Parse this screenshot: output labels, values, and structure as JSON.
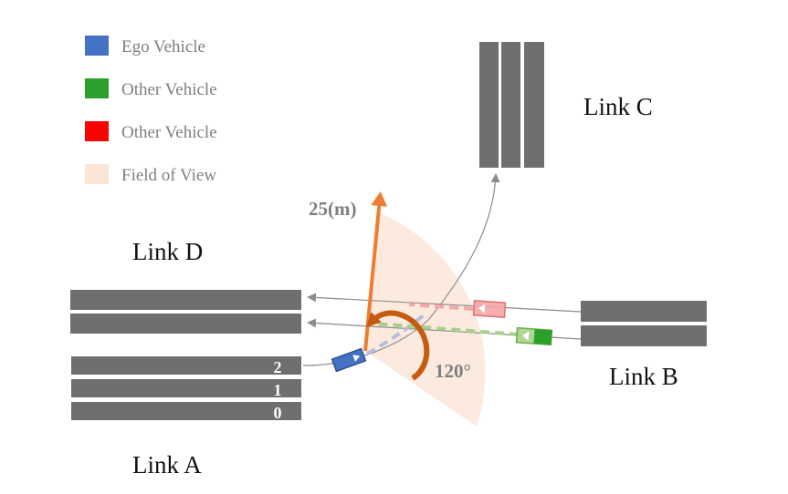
{
  "legend": [
    {
      "label": "Ego Vehicle",
      "color": "#4472c4"
    },
    {
      "label": "Other Vehicle",
      "color": "#2ca02c"
    },
    {
      "label": "Other Vehicle",
      "color": "#ff0000"
    },
    {
      "label": "Field of View",
      "color": "#fbe5d6"
    }
  ],
  "links": {
    "a": "Link A",
    "b": "Link B",
    "c": "Link C",
    "d": "Link D"
  },
  "lane_numbers": [
    "2",
    "1",
    "0"
  ],
  "annotations": {
    "range": "25(m)",
    "angle": "120°"
  },
  "colors": {
    "road": "#706e6e",
    "arrow_orange": "#ed7d31",
    "arrow_dark_orange": "#c55a11",
    "path_gray": "#8c8c8c",
    "ego_path": "#b4bfdc",
    "green_path": "#a9d18e",
    "red_path": "#f4a6a6"
  }
}
